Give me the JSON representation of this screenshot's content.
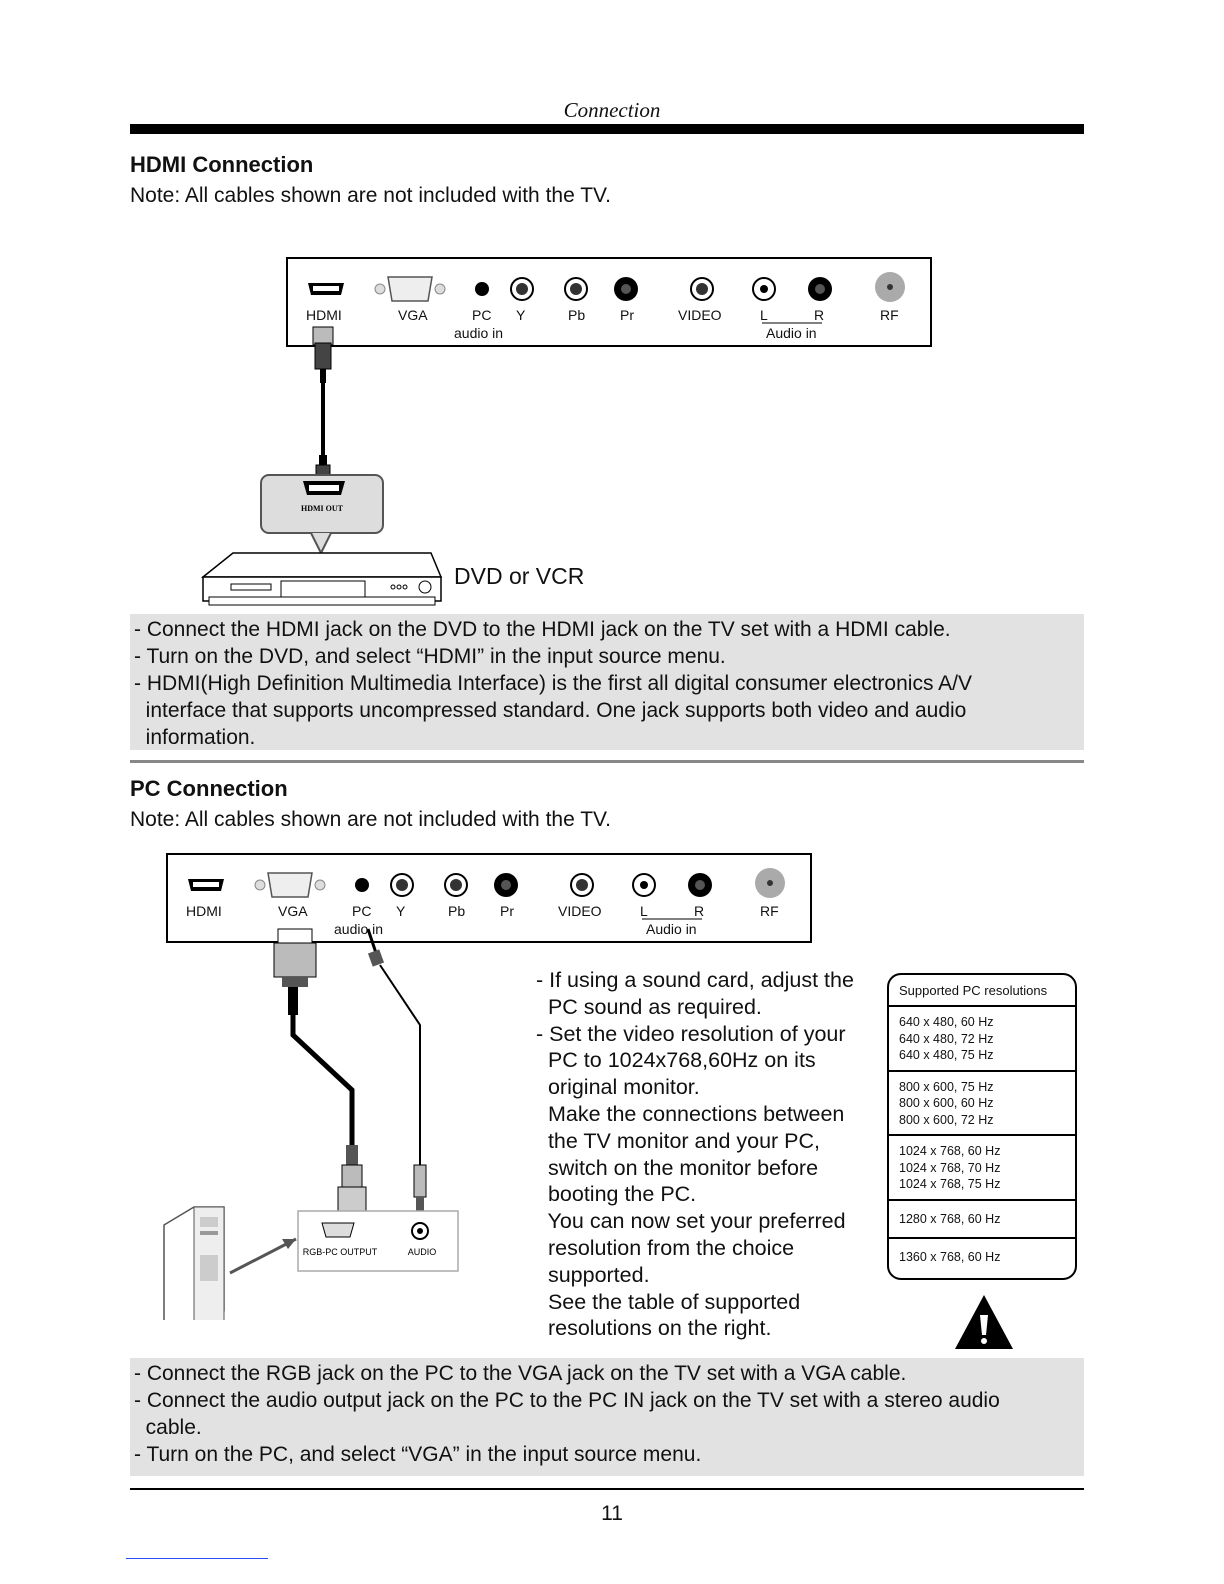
{
  "header": {
    "title": "Connection"
  },
  "hdmi_section": {
    "heading": "HDMI Connection",
    "note": "Note: All cables shown are not included with the TV.",
    "panel_labels": {
      "hdmi": "HDMI",
      "vga": "VGA",
      "pc": "PC",
      "y": "Y",
      "pb": "Pb",
      "pr": "Pr",
      "video": "VIDEO",
      "l": "L",
      "r": "R",
      "rf": "RF",
      "audio_in_pc": "audio in",
      "audio_in_lr": "Audio in"
    },
    "device_port_label": "HDMI OUT",
    "device_label": "DVD or VCR",
    "instructions": [
      "- Connect the HDMI jack on the DVD to the HDMI jack on the TV set with a HDMI cable.",
      "- Turn on the DVD, and select “HDMI” in the input source menu.",
      "- HDMI(High Definition Multimedia Interface) is the first all digital consumer electronics A/V",
      "  interface that supports uncompressed standard. One jack supports both video and audio",
      "  information."
    ]
  },
  "pc_section": {
    "heading": "PC Connection",
    "note": "Note: All cables shown are not included with the TV.",
    "panel_labels": {
      "hdmi": "HDMI",
      "vga": "VGA",
      "pc": "PC",
      "y": "Y",
      "pb": "Pb",
      "pr": "Pr",
      "video": "VIDEO",
      "l": "L",
      "r": "R",
      "rf": "RF",
      "audio_in_pc": "audio in",
      "audio_in_lr": "Audio in"
    },
    "pc_port_labels": {
      "rgb": "RGB-PC OUTPUT",
      "audio": "AUDIO"
    },
    "text_lines": [
      "- If using a sound card, adjust the",
      "  PC sound as required.",
      "- Set the video resolution of your",
      "  PC to 1024x768,60Hz on its",
      "  original monitor.",
      "  Make the connections between",
      "  the TV monitor and your PC,",
      "  switch on the monitor before",
      "  booting the PC.",
      "  You can now set your preferred",
      "  resolution from the choice",
      "  supported.",
      "  See the table of supported",
      "  resolutions on the right."
    ],
    "resolution_table": {
      "header": "Supported PC resolutions",
      "groups": [
        [
          "640 x 480, 60 Hz",
          "640 x 480, 72 Hz",
          "640 x 480, 75 Hz"
        ],
        [
          "800 x 600, 75 Hz",
          "800 x 600, 60 Hz",
          "800 x 600, 72 Hz"
        ],
        [
          "1024 x 768, 60 Hz",
          "1024 x 768, 70 Hz",
          "1024 x 768, 75 Hz"
        ],
        [
          "1280 x 768, 60 Hz"
        ],
        [
          "1360 x 768, 60 Hz"
        ]
      ]
    },
    "instructions": [
      "- Connect the RGB jack on the PC to the VGA jack on the TV set with a VGA cable.",
      "- Connect the audio output jack on the PC to the PC IN jack on the TV set with a stereo audio",
      "  cable.",
      "- Turn on the PC, and select “VGA” in the input source menu."
    ]
  },
  "footer": {
    "page_number": "11"
  }
}
